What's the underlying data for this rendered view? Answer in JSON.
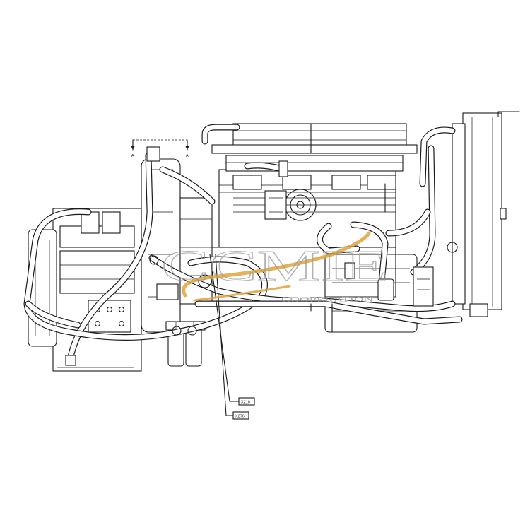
{
  "diagram": {
    "callouts": [
      "X210",
      "X276"
    ],
    "section_marks": [
      "A",
      "A"
    ]
  },
  "watermark": {
    "brand": "CCMIE",
    "subtitle": "COOPERATION",
    "accent_color": "#e2a23a",
    "text_color": "#9a9a9a"
  }
}
